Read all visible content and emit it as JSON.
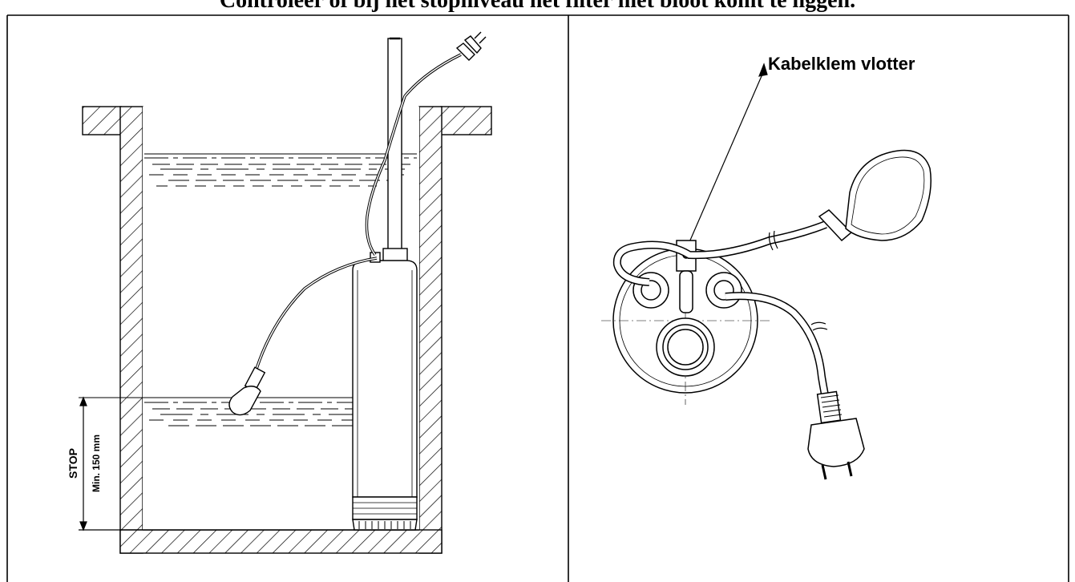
{
  "heading": "Controleer of bij het stopniveau het filter niet bloot komt te liggen.",
  "left_panel": {
    "stop_label": "STOP",
    "min_label": "Min. 150 mm"
  },
  "right_panel": {
    "callout_label": "Kabelklem vlotter"
  },
  "colors": {
    "line": "#000000",
    "background": "#ffffff"
  }
}
